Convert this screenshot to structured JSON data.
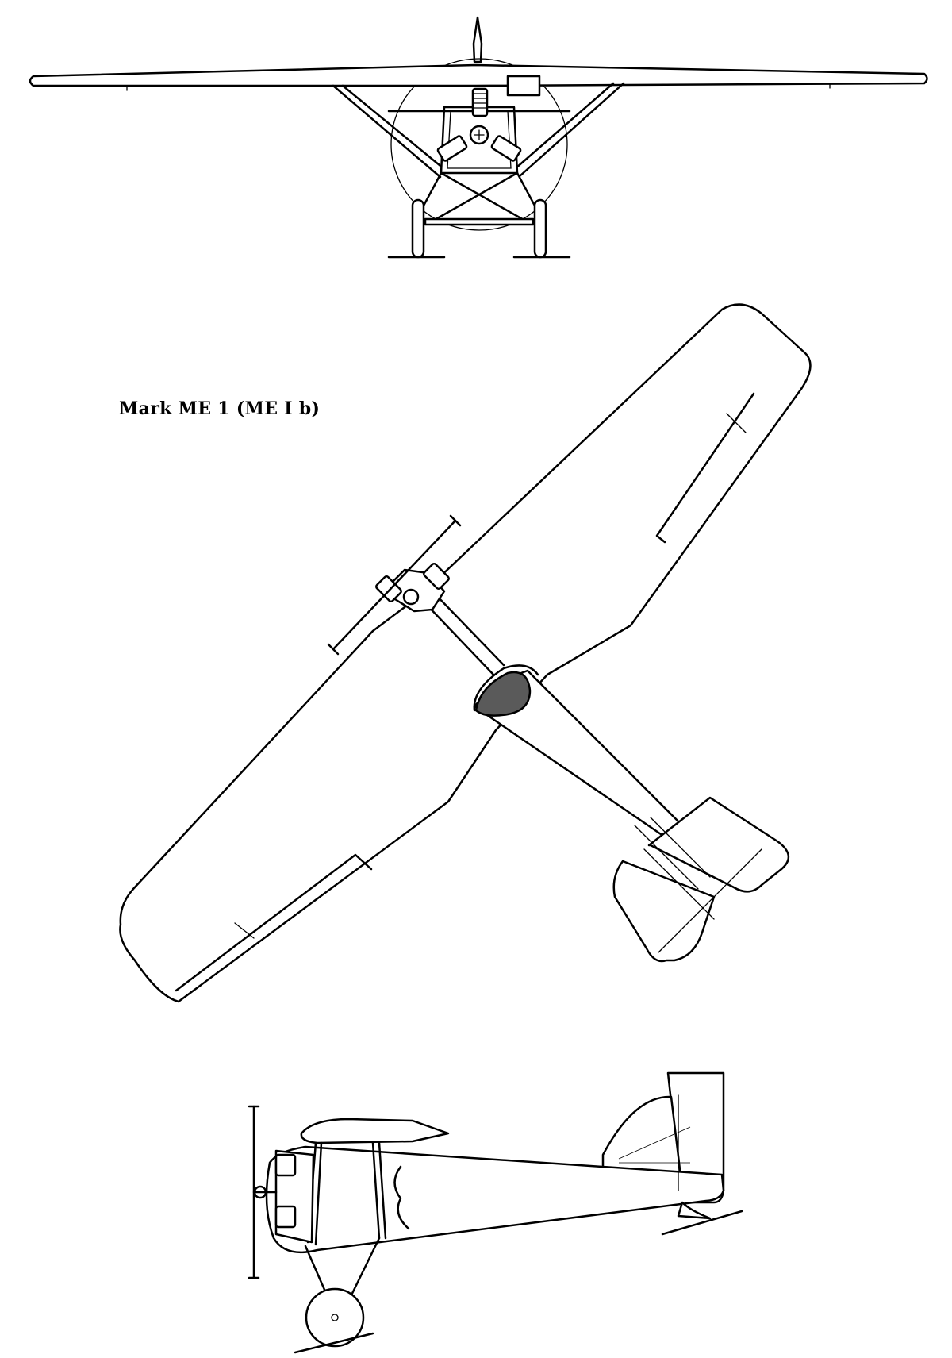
{
  "drawing": {
    "title": "Mark ME 1 (ME I b)",
    "views": [
      "front-view",
      "top-view",
      "side-view"
    ]
  }
}
